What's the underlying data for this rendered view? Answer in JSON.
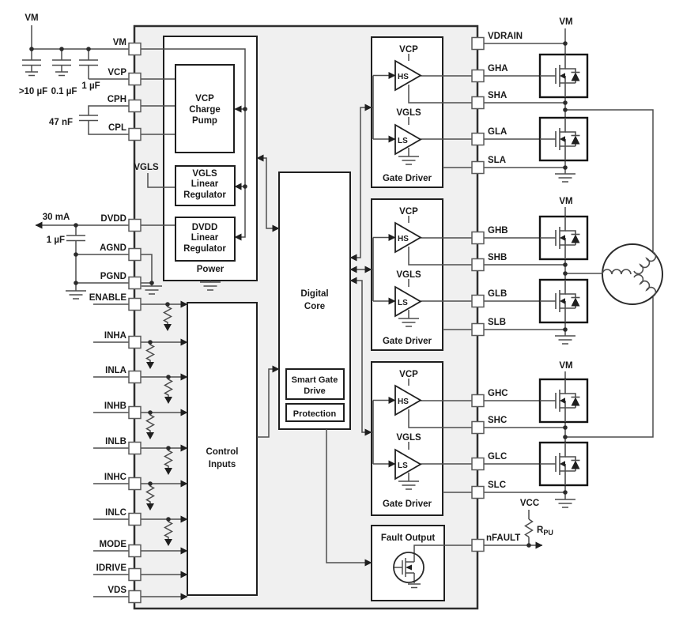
{
  "colors": {
    "ic_fill": "#f0f0f0",
    "block_stroke": "#1f1f1f",
    "wire": "#4d4d4d",
    "text": "#1a1a1a"
  },
  "pins": {
    "left": [
      "VM",
      "VCP",
      "CPH",
      "CPL",
      "DVDD",
      "AGND",
      "PGND",
      "ENABLE",
      "INHA",
      "INLA",
      "INHB",
      "INLB",
      "INHC",
      "INLC",
      "MODE",
      "IDRIVE",
      "VDS"
    ],
    "right": [
      "VDRAIN",
      "GHA",
      "SHA",
      "GLA",
      "SLA",
      "GHB",
      "SHB",
      "GLB",
      "SLB",
      "GHC",
      "SHC",
      "GLC",
      "SLC",
      "nFAULT"
    ]
  },
  "power": {
    "title": "Power",
    "charge_pump": [
      "VCP",
      "Charge",
      "Pump"
    ],
    "vgls_reg": [
      "VGLS",
      "Linear",
      "Regulator"
    ],
    "dvdd_reg": [
      "DVDD",
      "Linear",
      "Regulator"
    ],
    "vgls_net": "VGLS"
  },
  "digital_core": {
    "title": [
      "Digital",
      "Core"
    ],
    "smart_gate_drive": [
      "Smart Gate",
      "Drive"
    ],
    "protection": "Protection"
  },
  "control_inputs": {
    "title": [
      "Control",
      "Inputs"
    ]
  },
  "gate_driver": {
    "title": "Gate Driver",
    "vcp": "VCP",
    "hs": "HS",
    "vgls": "VGLS",
    "ls": "LS"
  },
  "fault_output": {
    "title": "Fault Output"
  },
  "external": {
    "vm_supply": "VM",
    "bulk_cap": ">10 µF",
    "bypass_cap": "0.1 µF",
    "vm_cap": "1 µF",
    "flying_cap": "47 nF",
    "dvdd_current": "30 mA",
    "dvdd_cap": "1 µF",
    "vm_rails": [
      "VM",
      "VM",
      "VM"
    ],
    "vcc": "VCC",
    "rpu_prefix": "R",
    "rpu_sub": "PU"
  }
}
